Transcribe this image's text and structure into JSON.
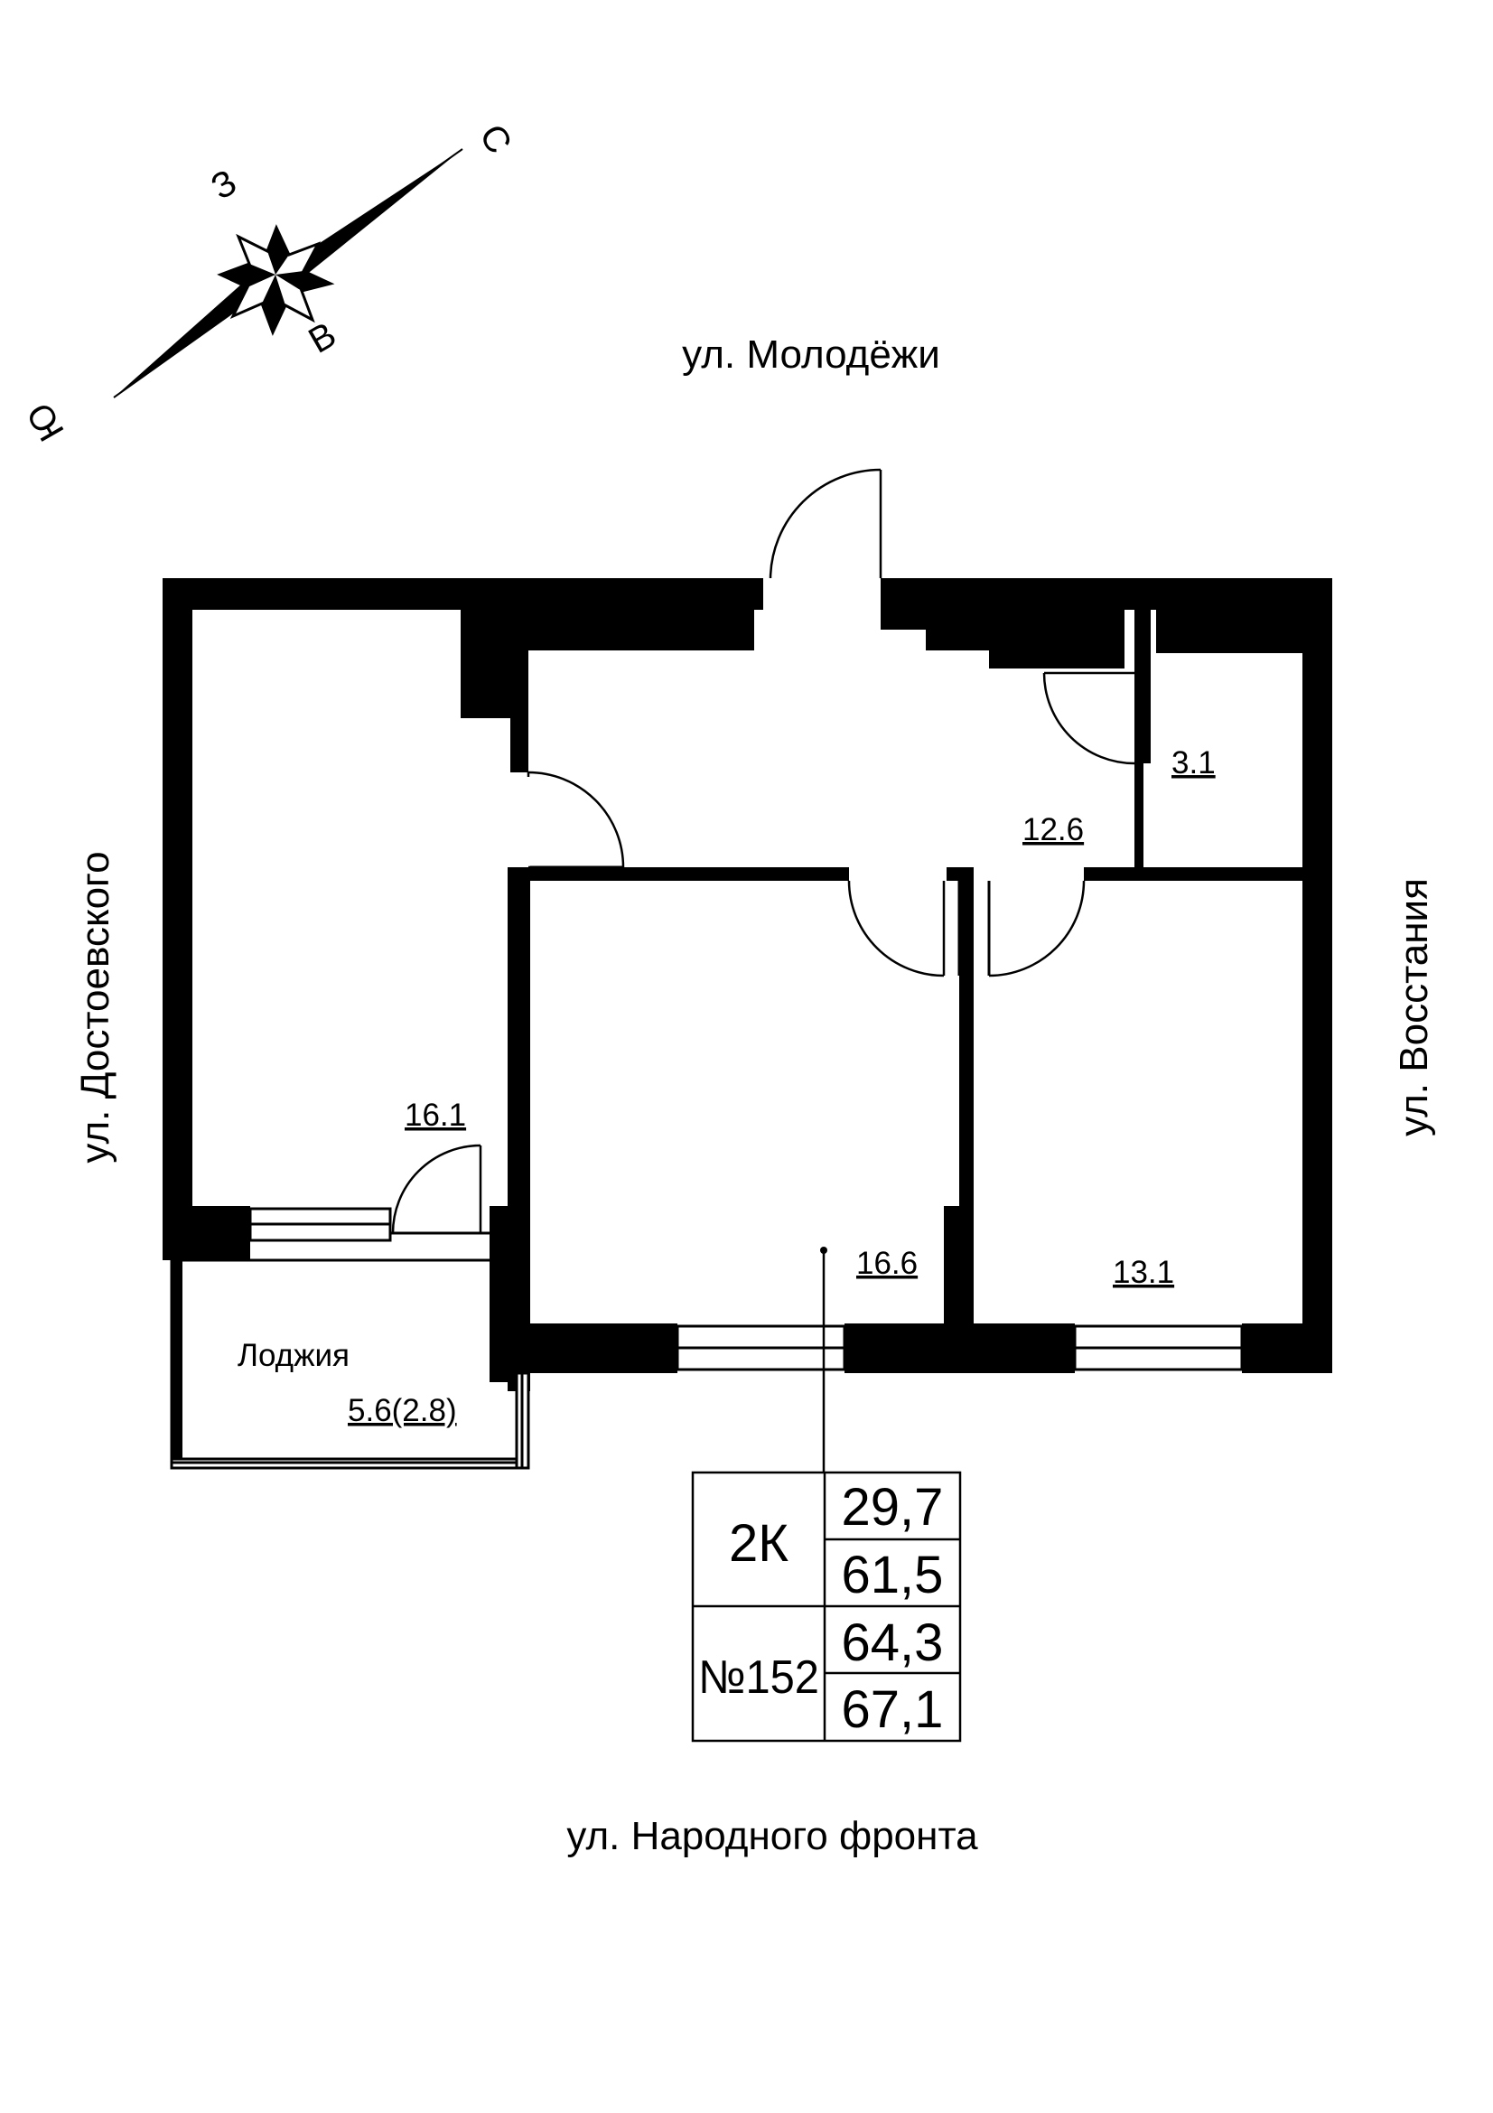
{
  "compass": {
    "north": "С",
    "south": "Ю",
    "west": "З",
    "east": "В"
  },
  "streets": {
    "top": "ул. Молодёжи",
    "left": "ул. Достоевского",
    "right": "ул. Восстания",
    "bottom": "ул. Народного фронта"
  },
  "rooms": {
    "left_room": "16.1",
    "hall": "12.6",
    "bath": "3.1",
    "center_room": "16.6",
    "right_room": "13.1",
    "loggia_label": "Лоджия",
    "loggia_area": "5.6(2.8)"
  },
  "info_table": {
    "type": "2К",
    "number": "№152",
    "living_area": "29,7",
    "area_1": "61,5",
    "area_2": "64,3",
    "area_3": "67,1"
  }
}
